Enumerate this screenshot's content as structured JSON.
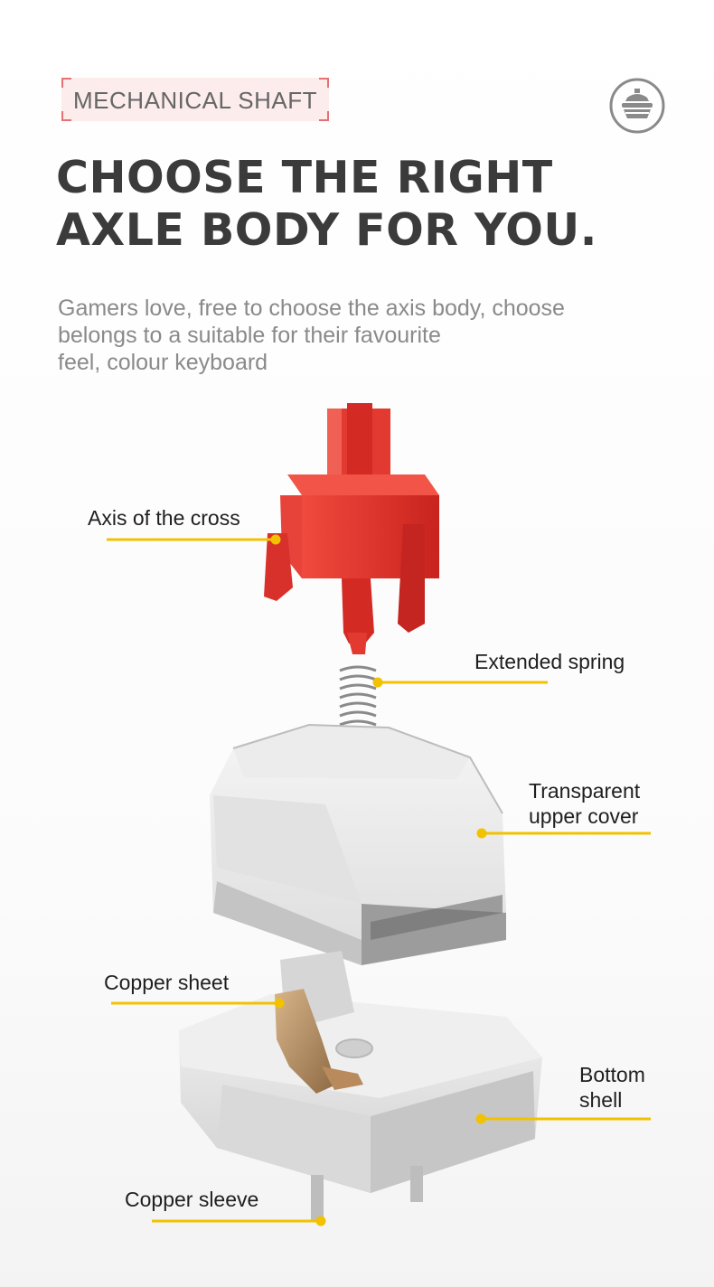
{
  "tag": "MECHANICAL SHAFT",
  "logo_icon": "keycap-switch-icon",
  "headline": [
    "CHOOSE THE RIGHT",
    "AXLE BODY FOR YOU."
  ],
  "description": [
    "Gamers love, free to choose the axis body, choose",
    "belongs to a suitable for their favourite",
    "feel, colour keyboard"
  ],
  "parts": {
    "cross_axis": "Axis of the cross",
    "spring": "Extended spring",
    "upper_cover": [
      "Transparent",
      "upper cover"
    ],
    "copper_sheet": "Copper sheet",
    "bottom_shell": [
      "Bottom",
      "shell"
    ],
    "copper_sleeve": "Copper sleeve"
  },
  "colors": {
    "accent_line": "#f2c200",
    "stem_red": "#e8352e",
    "tag_border": "#e87070",
    "headline": "#3b3b3b"
  }
}
